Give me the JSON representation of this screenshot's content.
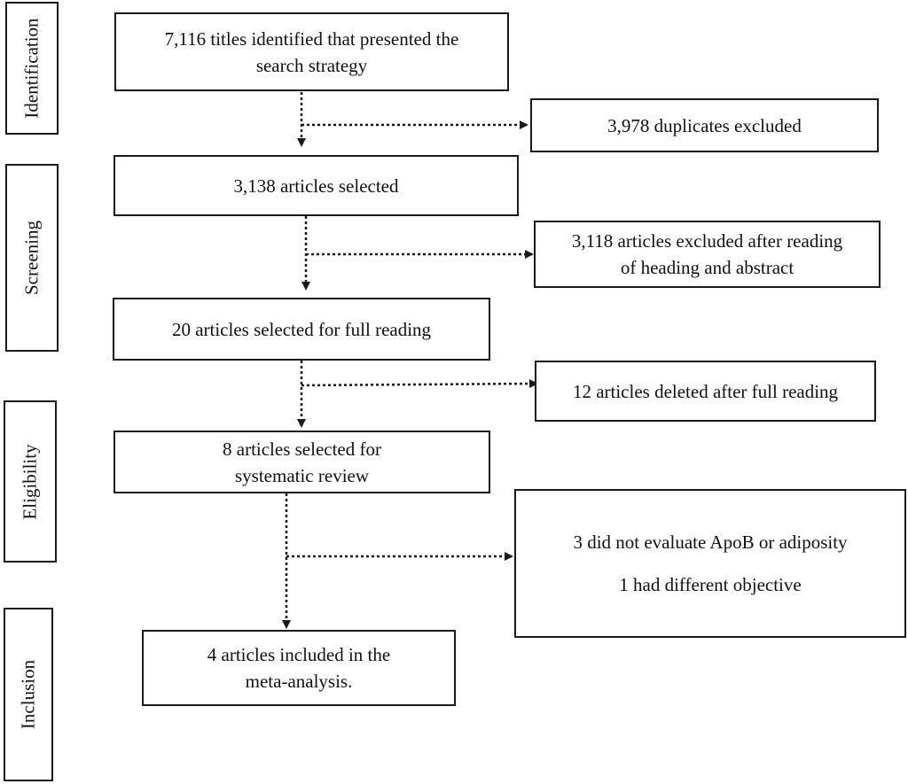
{
  "stages": {
    "identification": "Identification",
    "screening": "Screening",
    "eligibility": "Eligibility",
    "inclusion": "Inclusion"
  },
  "boxes": {
    "titles_identified": [
      "7,116 titles identified that presented the",
      "search strategy"
    ],
    "duplicates_excluded": [
      "3,978 duplicates excluded"
    ],
    "articles_selected": [
      "3,138 articles selected"
    ],
    "excluded_heading_abstract": [
      "3,118 articles excluded after reading",
      "of heading and abstract"
    ],
    "selected_full_reading": [
      "20 articles selected for full reading"
    ],
    "deleted_full_reading": [
      "12 articles deleted after full reading"
    ],
    "selected_systematic_review": [
      "8 articles selected for",
      "systematic review"
    ],
    "exclusion_reasons": [
      "3 did not evaluate ApoB or adiposity",
      "1 had different objective"
    ],
    "included_meta_analysis": [
      "4 articles included in the",
      "meta-analysis."
    ]
  }
}
